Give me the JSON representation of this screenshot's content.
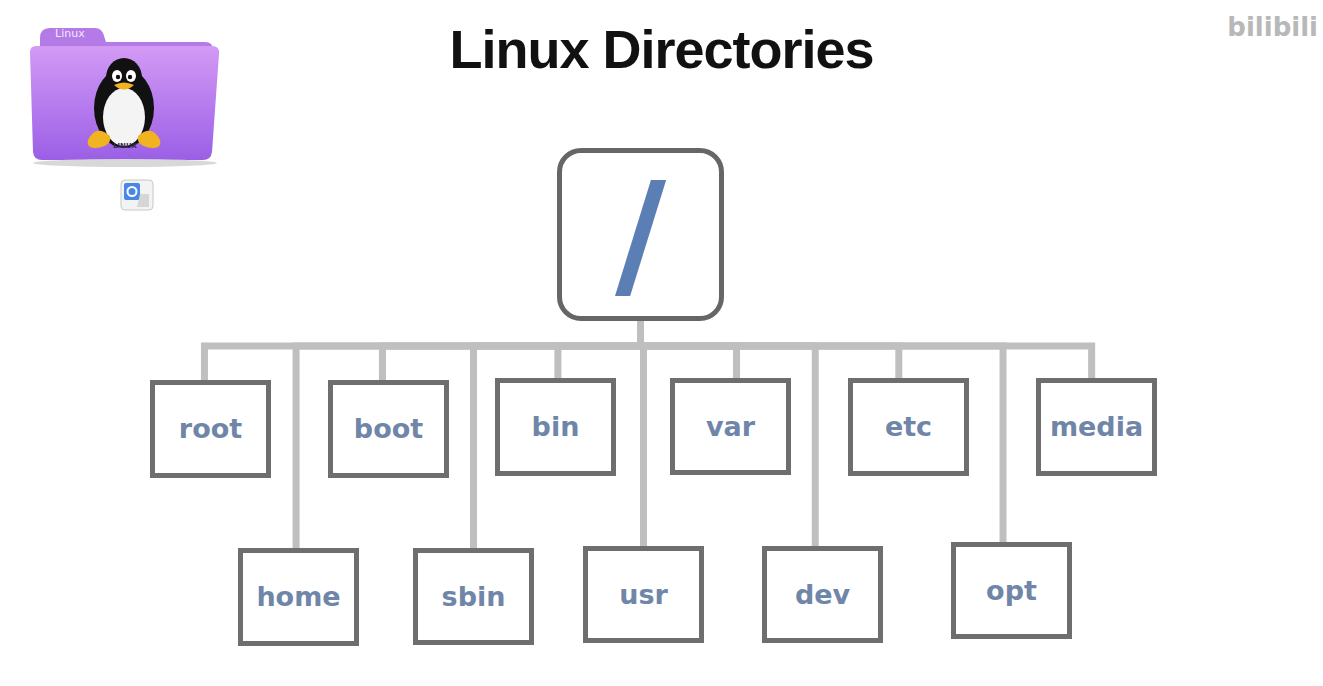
{
  "diagram": {
    "title": "Linux Directories",
    "nodes": [
      {
        "text": [
          "/"
        ]
      },
      {
        "text": [
          "root"
        ]
      },
      {
        "text": [
          "boot"
        ]
      },
      {
        "text": [
          "bin"
        ]
      },
      {
        "text": [
          "var"
        ]
      },
      {
        "text": [
          "etc"
        ]
      },
      {
        "text": [
          "media"
        ]
      },
      {
        "text": [
          "home"
        ]
      },
      {
        "text": [
          "sbin"
        ]
      },
      {
        "text": [
          "usr"
        ]
      },
      {
        "text": [
          "dev"
        ]
      },
      {
        "text": [
          "opt"
        ]
      }
    ],
    "edges": [
      {
        "from": 0,
        "to": 1,
        "arrow": "none"
      },
      {
        "from": 0,
        "to": 2,
        "arrow": "none"
      },
      {
        "from": 0,
        "to": 3,
        "arrow": "none"
      },
      {
        "from": 0,
        "to": 4,
        "arrow": "none"
      },
      {
        "from": 0,
        "to": 5,
        "arrow": "none"
      },
      {
        "from": 0,
        "to": 6,
        "arrow": "none"
      },
      {
        "from": 0,
        "to": 7,
        "arrow": "none"
      },
      {
        "from": 0,
        "to": 8,
        "arrow": "none"
      },
      {
        "from": 0,
        "to": 9,
        "arrow": "none"
      },
      {
        "from": 0,
        "to": 10,
        "arrow": "none"
      },
      {
        "from": 0,
        "to": 11,
        "arrow": "none"
      }
    ],
    "labels": [
      "Linux",
      "LINUX",
      "bilibili"
    ]
  }
}
